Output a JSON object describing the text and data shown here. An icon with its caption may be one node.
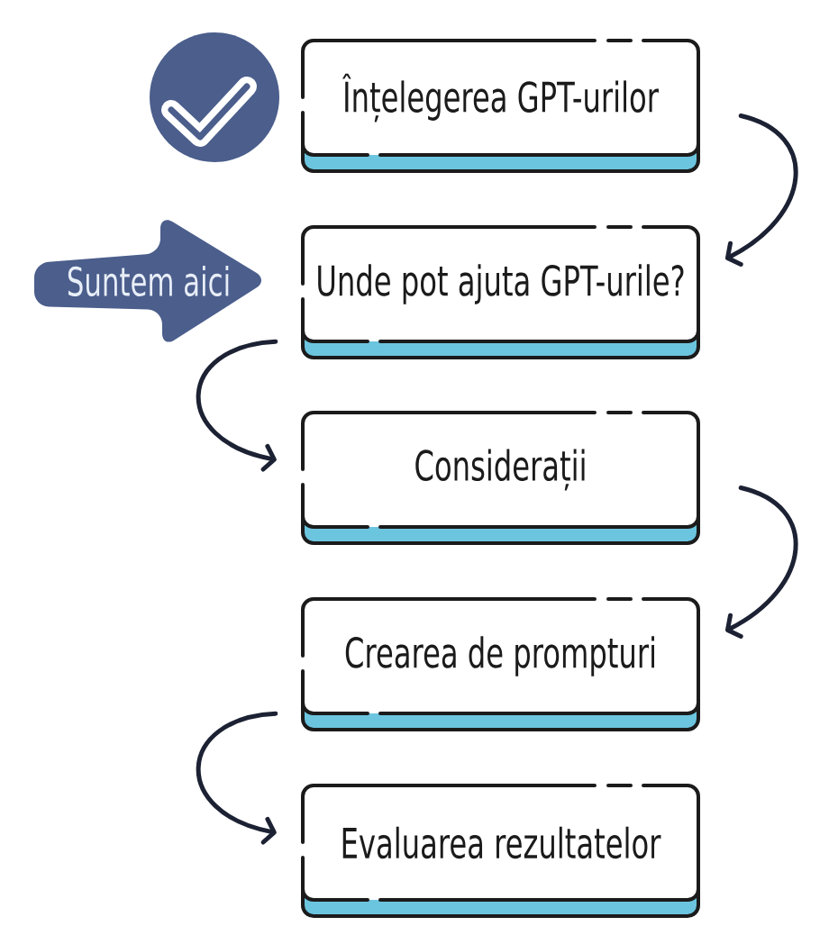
{
  "diagram": {
    "nodes": [
      {
        "text": [
          "Înțelegerea GPT-urilor"
        ]
      },
      {
        "text": [
          "Suntem aici"
        ]
      },
      {
        "text": [
          "Unde pot ajuta GPT-urile?"
        ]
      },
      {
        "text": [
          "Considerații"
        ]
      },
      {
        "text": [
          "Crearea de prompturi"
        ]
      },
      {
        "text": [
          "Evaluarea rezultatelor"
        ]
      }
    ],
    "edges": [
      {
        "from": 0,
        "to": 2,
        "arrow": "to"
      },
      {
        "from": 2,
        "to": 3,
        "arrow": "to"
      },
      {
        "from": 3,
        "to": 4,
        "arrow": "to"
      },
      {
        "from": 4,
        "to": 5,
        "arrow": "to"
      }
    ]
  }
}
